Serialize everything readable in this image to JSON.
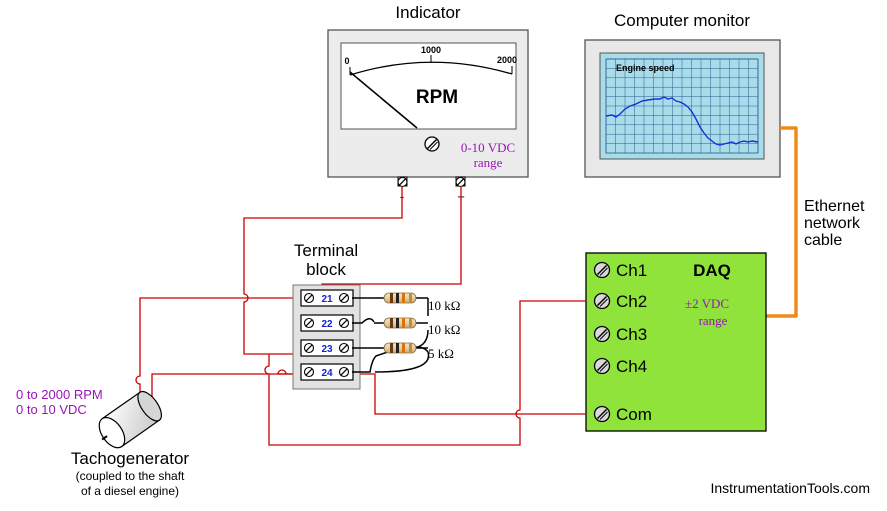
{
  "indicator": {
    "title": "Indicator",
    "scale_labels": [
      "0",
      "1000",
      "2000"
    ],
    "unit": "RPM",
    "range_line1": "0-10 VDC",
    "range_line2": "range",
    "terminal_neg": "-",
    "terminal_pos": "+"
  },
  "monitor": {
    "title": "Computer monitor",
    "trend_title": "Engine speed"
  },
  "network": {
    "line1": "Ethernet",
    "line2": "network",
    "line3": "cable"
  },
  "terminal_block": {
    "title_line1": "Terminal",
    "title_line2": "block",
    "terminals": [
      "21",
      "22",
      "23",
      "24"
    ]
  },
  "resistors": [
    "10 kΩ",
    "10 kΩ",
    "5 kΩ"
  ],
  "daq": {
    "title": "DAQ",
    "channels": [
      "Ch1",
      "Ch2",
      "Ch3",
      "Ch4",
      "Com"
    ],
    "range_line1": "±2 VDC",
    "range_line2": "range"
  },
  "tachogenerator": {
    "range_line1": "0 to 2000 RPM",
    "range_line2": "0 to 10 VDC",
    "name": "Tachogenerator",
    "note_line1": "(coupled to the shaft",
    "note_line2": "of a diesel engine)"
  },
  "watermark": "InstrumentationTools.com",
  "colors": {
    "wire": "#cc0000",
    "resistor_wire": "#000000",
    "ethernet": "#f28a1a",
    "daq_fill": "#8fe33a",
    "screen_fill": "#a9dcea",
    "trend": "#1a2fd6",
    "grid": "#2a5a8a",
    "purple_text": "#9a14b8",
    "terminal_number": "#1520d8"
  }
}
